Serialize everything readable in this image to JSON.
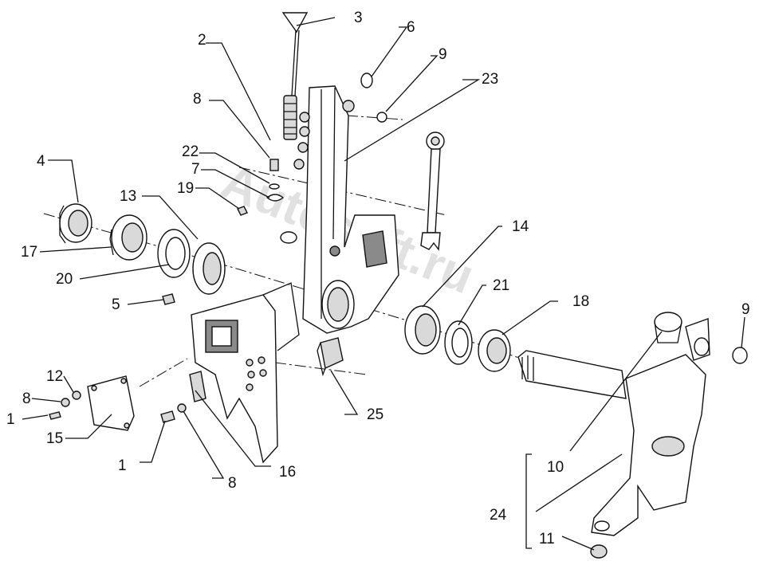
{
  "watermark": "Autosoft.ru",
  "labels": {
    "l1a": "1",
    "l1b": "1",
    "l2": "2",
    "l3": "3",
    "l4": "4",
    "l5": "5",
    "l6": "6",
    "l7": "7",
    "l8a": "8",
    "l8b": "8",
    "l8c": "8",
    "l9a": "9",
    "l9b": "9",
    "l10": "10",
    "l11": "11",
    "l12": "12",
    "l13": "13",
    "l14": "14",
    "l15": "15",
    "l16": "16",
    "l17": "17",
    "l18": "18",
    "l19": "19",
    "l20": "20",
    "l21": "21",
    "l22": "22",
    "l23": "23",
    "l24": "24",
    "l25": "25"
  }
}
